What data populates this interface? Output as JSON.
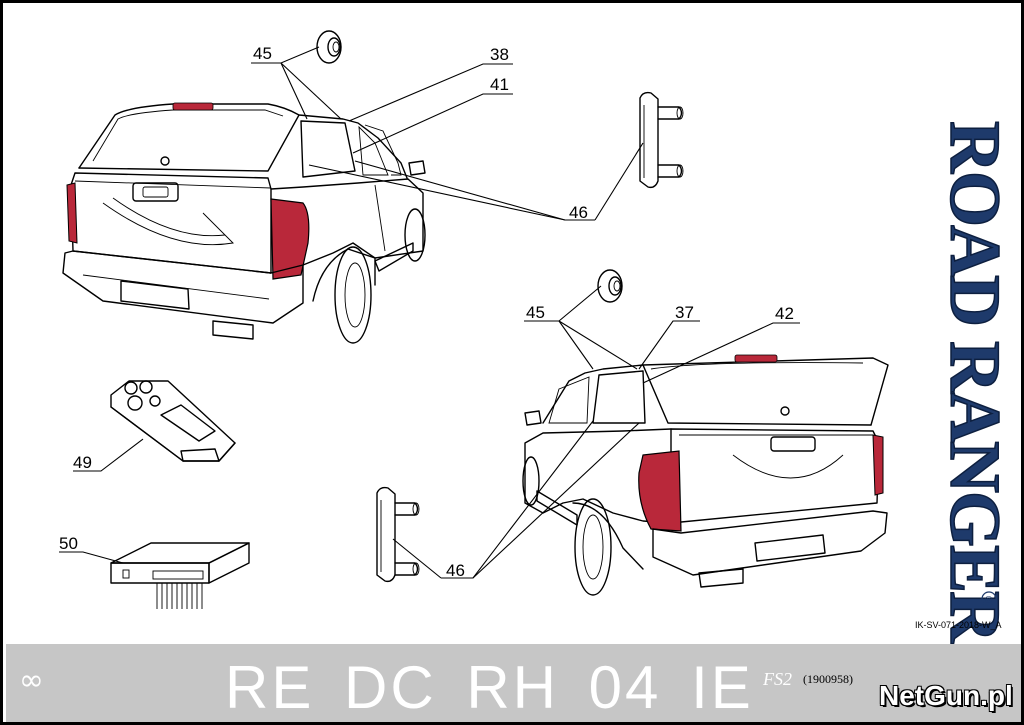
{
  "labels": {
    "p45_top": "45",
    "p38": "38",
    "p41": "41",
    "p46_top": "46",
    "p45_mid": "45",
    "p37": "37",
    "p42": "42",
    "p49": "49",
    "p50": "50",
    "p46_bottom": "46"
  },
  "brand": {
    "text": "ROAD RANGER",
    "registered_mark": "®",
    "color": "#1e3a6b"
  },
  "doc_id": "IK-SV-071-2018-W_A",
  "footer": {
    "loop_symbol": "∞",
    "code": "RE DC RH 04 IE",
    "fs_label": "FS2",
    "fs_number": "(1900958)",
    "watermark": "NetGun.pl"
  }
}
